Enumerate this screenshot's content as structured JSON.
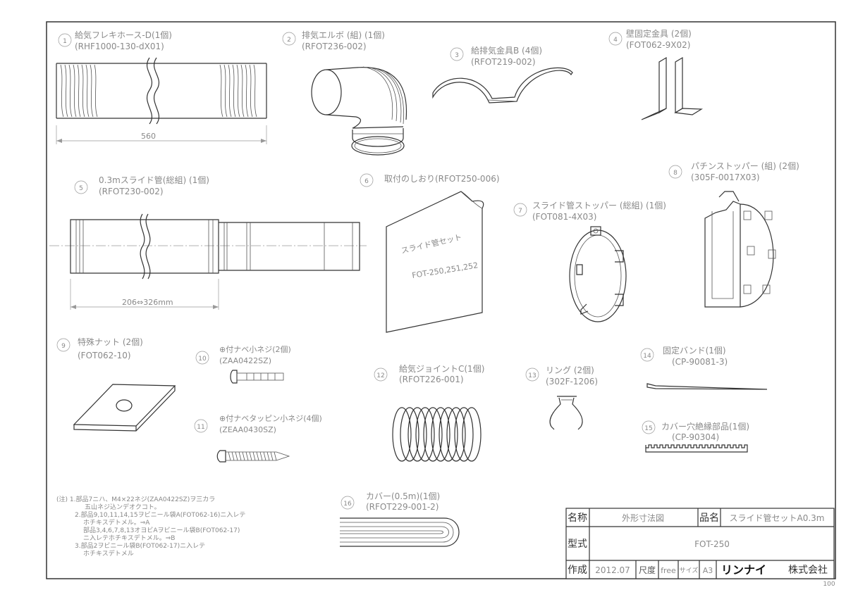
{
  "parts": [
    {
      "no": "1",
      "name": "給気フレキホース-D(1個)",
      "code": "(RHF1000-130-dX01)"
    },
    {
      "no": "2",
      "name": "排気エルボ (組) (1個)",
      "code": "(RFOT236-002)"
    },
    {
      "no": "3",
      "name": "給排気金具B (4個)",
      "code": "(RFOT219-002)"
    },
    {
      "no": "4",
      "name": "壁固定金具 (2個)",
      "code": "(FOT062-9X02)"
    },
    {
      "no": "5",
      "name": "0.3mスライド管(総組) (1個)",
      "code": "(RFOT230-002)"
    },
    {
      "no": "6",
      "name": "取付のしおり(RFOT250-006)",
      "code": ""
    },
    {
      "no": "7",
      "name": "スライド管ストッパー (総組) (1個)",
      "code": "(FOT081-4X03)"
    },
    {
      "no": "8",
      "name": "パチンストッパー (組) (2個)",
      "code": "(305F-0017X03)"
    },
    {
      "no": "9",
      "name": "特殊ナット (2個)",
      "code": "(FOT062-10)"
    },
    {
      "no": "10",
      "name": "⊕付ナベ小ネジ(2個)",
      "code": "(ZAA0422SZ)"
    },
    {
      "no": "11",
      "name": "⊕付ナベタッピン小ネジ(4個)",
      "code": "(ZEAA0430SZ)"
    },
    {
      "no": "12",
      "name": "給気ジョイントC(1個)",
      "code": "(RFOT226-001)"
    },
    {
      "no": "13",
      "name": "リング (2個)",
      "code": "(302F-1206)"
    },
    {
      "no": "14",
      "name": "固定バンド(1個)",
      "code": "(CP-90081-3)"
    },
    {
      "no": "15",
      "name": "カバー穴絶縁部品(1個)",
      "code": "(CP-90304)"
    },
    {
      "no": "16",
      "name": "カバー(0.5m)(1個)",
      "code": "(RFOT229-001-2)"
    }
  ],
  "dimensions": {
    "hose_length": "560",
    "slide_range": "206⇔326mm"
  },
  "manual": {
    "line1": "スライド管セット",
    "line2": "FOT-250,251,252"
  },
  "notes": [
    "(注) 1.部品7ニハ、M4×22ネジ(ZAA0422SZ)ヲ三カラ",
    "五山ネジ込ンデオクコト。",
    "2.部品9,10,11,14,15ヲビニール袋A(FOT062-16)ニ入レテ",
    "ホチキスデトメル。⇒A",
    "部品3,4,6,7,8,13オヨビAヲビニール袋B(FOT062-17)",
    "ニ入レテホチキスデトメル。⇒B",
    "3.部品2ヲビニール袋B(FOT062-17)ニ入レテ",
    "ホチキスデトメル"
  ],
  "title_block": {
    "name_label": "名称",
    "name_value": "外形寸法図",
    "product_label": "品名",
    "product_value": "スライド管セットA0.3m",
    "model_label": "型式",
    "model_value": "FOT-250",
    "made_label": "作成",
    "made_value": "2012.07",
    "scale_label": "尺度",
    "scale_value": "free",
    "size_label": "サイズ",
    "size_value": "A3",
    "company_logo": "リンナイ",
    "company_suffix": "株式会社"
  },
  "corner_mark": "100"
}
